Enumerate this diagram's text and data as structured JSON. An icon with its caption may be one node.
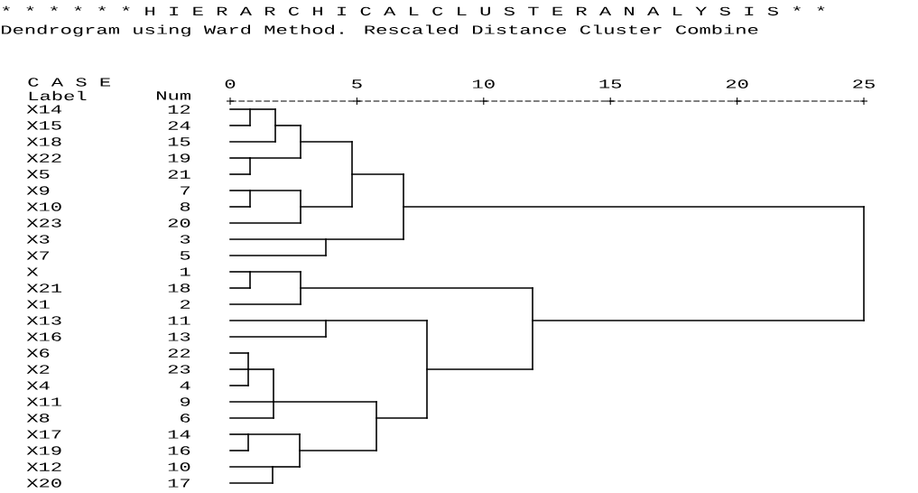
{
  "diagram": {
    "title": "* * * * * * H I E R A R C H I C A L   C L U S T E R   A N A L Y S I S * *",
    "labels": [
      "Dendrogram using Ward Method. Rescaled Distance Cluster Combine",
      "C A S E",
      "0",
      "5",
      "10",
      "15",
      "20",
      "25",
      "Label",
      "Num",
      "X14",
      "12",
      "X15",
      "24",
      "X18",
      "15",
      "X22",
      "19",
      "X5",
      "21",
      "X9",
      "7",
      "X10",
      "8",
      "X23",
      "20",
      "X3",
      "3",
      "X7",
      "5",
      "X",
      "1",
      "X21",
      "18",
      "X1",
      "2",
      "X13",
      "11",
      "X16",
      "13",
      "X6",
      "22",
      "X2",
      "23",
      "X4",
      "4",
      "X11",
      "9",
      "X8",
      "6",
      "X17",
      "14",
      "X19",
      "16",
      "X12",
      "10",
      "X20",
      "17"
    ]
  }
}
